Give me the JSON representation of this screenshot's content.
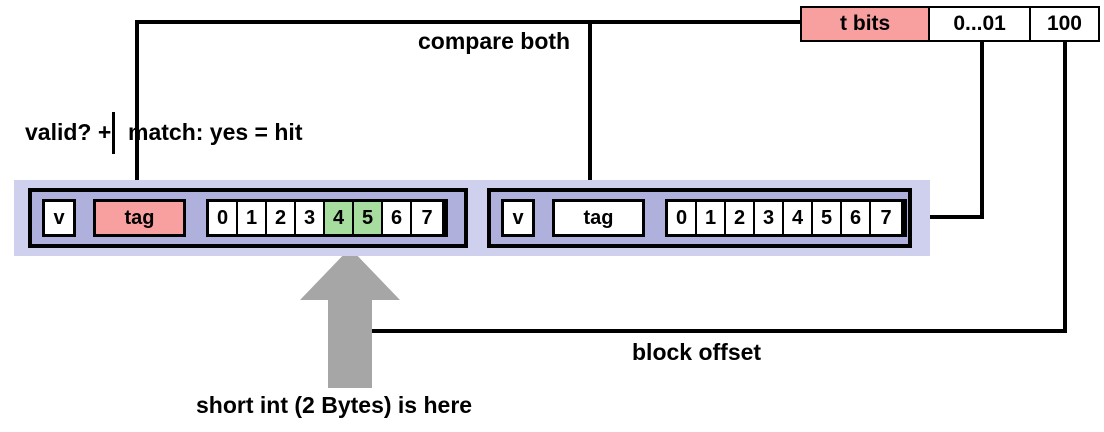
{
  "diagram": {
    "title": "Cache line lookup with address breakdown",
    "colors": {
      "tag_highlight": "#f8a0a0",
      "byte_highlight": "#a8dda0",
      "cache_line_fill": "#b0b0dd",
      "cache_band_fill": "#cfcfee",
      "arrow_gray": "#a6a6a6",
      "line_black": "#000000",
      "box_white": "#ffffff"
    }
  },
  "address": {
    "cells": [
      {
        "label": "t bits",
        "highlight": true
      },
      {
        "label": "0...01",
        "highlight": false
      },
      {
        "label": "100",
        "highlight": false
      }
    ]
  },
  "labels": {
    "compare_both": "compare both",
    "valid_match": "valid? +  match: yes = hit",
    "valid_part": "valid? +",
    "match_part": "match: yes = hit",
    "block_offset": "block offset",
    "short_int_here": "short int (2 Bytes) is here"
  },
  "cache_lines": [
    {
      "name": "left-cache-line",
      "valid": "v",
      "tag": "tag",
      "tag_highlighted": true,
      "bytes": [
        {
          "label": "0",
          "highlight": false
        },
        {
          "label": "1",
          "highlight": false
        },
        {
          "label": "2",
          "highlight": false
        },
        {
          "label": "3",
          "highlight": false
        },
        {
          "label": "4",
          "highlight": true
        },
        {
          "label": "5",
          "highlight": true
        },
        {
          "label": "6",
          "highlight": false
        },
        {
          "label": "7",
          "highlight": false
        }
      ]
    },
    {
      "name": "right-cache-line",
      "valid": "v",
      "tag": "tag",
      "tag_highlighted": false,
      "bytes": [
        {
          "label": "0",
          "highlight": false
        },
        {
          "label": "1",
          "highlight": false
        },
        {
          "label": "2",
          "highlight": false
        },
        {
          "label": "3",
          "highlight": false
        },
        {
          "label": "4",
          "highlight": false
        },
        {
          "label": "5",
          "highlight": false
        },
        {
          "label": "6",
          "highlight": false
        },
        {
          "label": "7",
          "highlight": false
        }
      ]
    }
  ]
}
